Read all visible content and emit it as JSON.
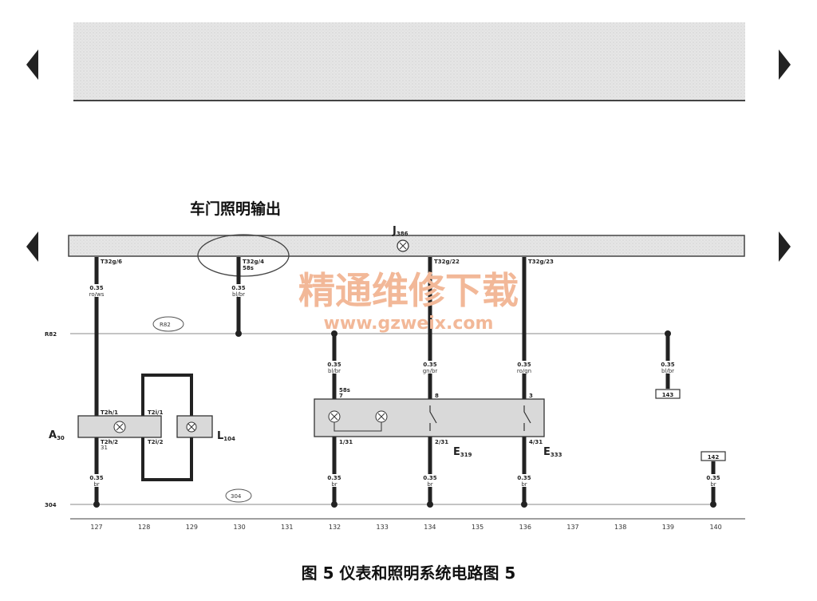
{
  "section_title": "车门照明输出",
  "caption": "图 5  仪表和照明系统电路图 5",
  "watermark": {
    "text": "精通维修下载",
    "url": "www.gzweix.com"
  },
  "bus": {
    "label": "J",
    "sub": "386"
  },
  "rails": {
    "top": "R82",
    "bottom": "304",
    "top_badge": "R82",
    "bottom_badge": "304"
  },
  "pins": {
    "p1": "T32g/6",
    "p2": "T32g/4",
    "p2b": "58s",
    "p3": "T32g/22",
    "p4": "T32g/23"
  },
  "wires": {
    "w1": "0.35",
    "w1c": "ro/ws",
    "w2": "0.35",
    "w2c": "bl/br",
    "w3": "0.35",
    "w3c": "bl/br",
    "w4": "0.35",
    "w4c": "gn/br",
    "w5": "0.35",
    "w5c": "ro/gn",
    "w6": "0.35",
    "w6c": "bl/br",
    "g1": "0.35",
    "g1c": "br",
    "g2": "0.35",
    "g2c": "br",
    "g3": "0.35",
    "g3c": "br",
    "g4": "0.35",
    "g4c": "br",
    "g5": "0.35",
    "g5c": "br"
  },
  "components": {
    "a30": {
      "name": "A",
      "sub": "30",
      "pin_top": "T2h/1",
      "pin_bot": "T2h/2",
      "pin_bot2": "31"
    },
    "l104": {
      "name": "L",
      "sub": "104",
      "pin_top": "T2i/1",
      "pin_bot": "T2i/2"
    },
    "e319": {
      "name": "E",
      "sub": "319",
      "pin_top": "58s",
      "pin_top2": "7",
      "pin_bot": "1/31"
    },
    "e319b": {
      "pin_top": "8",
      "pin_bot": "2/31"
    },
    "e333": {
      "name": "E",
      "sub": "333",
      "pin_top": "3",
      "pin_bot": "4/31"
    }
  },
  "refs": {
    "r143": "143",
    "r142": "142"
  },
  "columns": [
    "127",
    "128",
    "129",
    "130",
    "131",
    "132",
    "133",
    "134",
    "135",
    "136",
    "137",
    "138",
    "139",
    "140"
  ]
}
